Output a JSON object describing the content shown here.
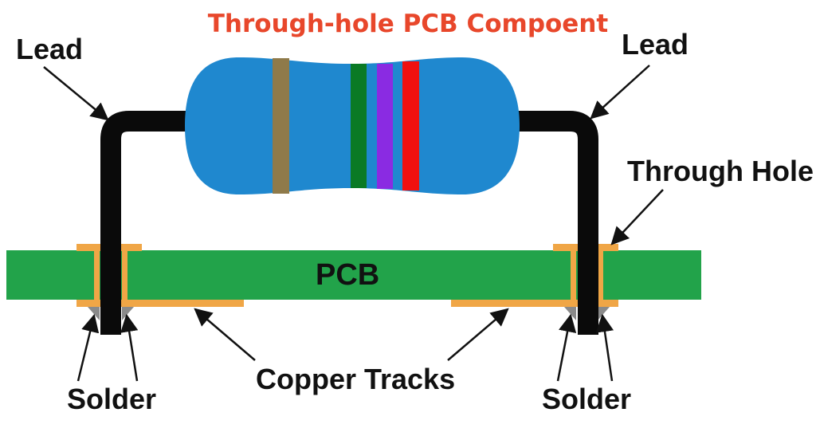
{
  "title": "Through-hole PCB Compoent",
  "labels": {
    "lead_left": "Lead",
    "lead_right": "Lead",
    "through_hole": "Through Hole",
    "pcb": "PCB",
    "solder_left": "Solder",
    "solder_right": "Solder",
    "copper_tracks": "Copper Tracks"
  },
  "colors": {
    "title": "#e8472b",
    "resistor_body": "#1f88cf",
    "pcb_board": "#22a34a",
    "copper": "#f0a646",
    "lead": "#0a0a0a",
    "solder": "#8a8a8a",
    "bands": [
      "#8f7a4a",
      "#0a7a25",
      "#8a2be2",
      "#f01010"
    ]
  }
}
